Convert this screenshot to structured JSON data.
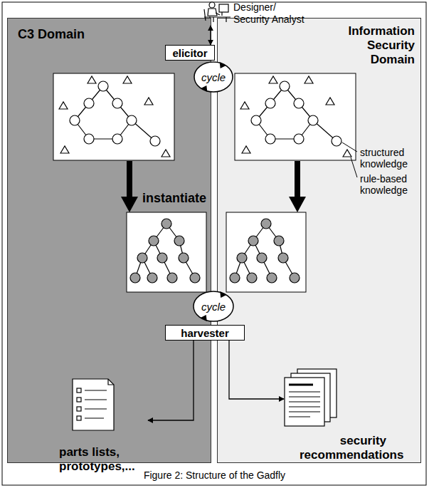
{
  "diagram": {
    "caption": "Figure 2: Structure of the Gadfly",
    "nodes": [
      {
        "text": [
          "Designer/ Security Analyst"
        ]
      },
      {
        "text": [
          "C3 Domain"
        ]
      },
      {
        "text": [
          "Information Security Domain"
        ]
      },
      {
        "text": [
          "elicitor"
        ]
      },
      {
        "text": [
          "cycle"
        ]
      },
      {
        "text": [
          "cycle"
        ]
      },
      {
        "text": [
          "harvester"
        ]
      },
      {
        "text": [
          "parts lists, prototypes,..."
        ],
        "in": 1
      },
      {
        "text": [
          "security recommendations"
        ],
        "in": 2
      }
    ],
    "edges": [
      {
        "from": 0,
        "to": 3,
        "arrow": "both"
      },
      {
        "from": 6,
        "to": 7,
        "arrow": "to"
      },
      {
        "from": 6,
        "to": 8,
        "arrow": "to"
      }
    ],
    "labels": [
      "instantiate",
      "structured knowledge",
      "rule-based knowledge"
    ]
  }
}
